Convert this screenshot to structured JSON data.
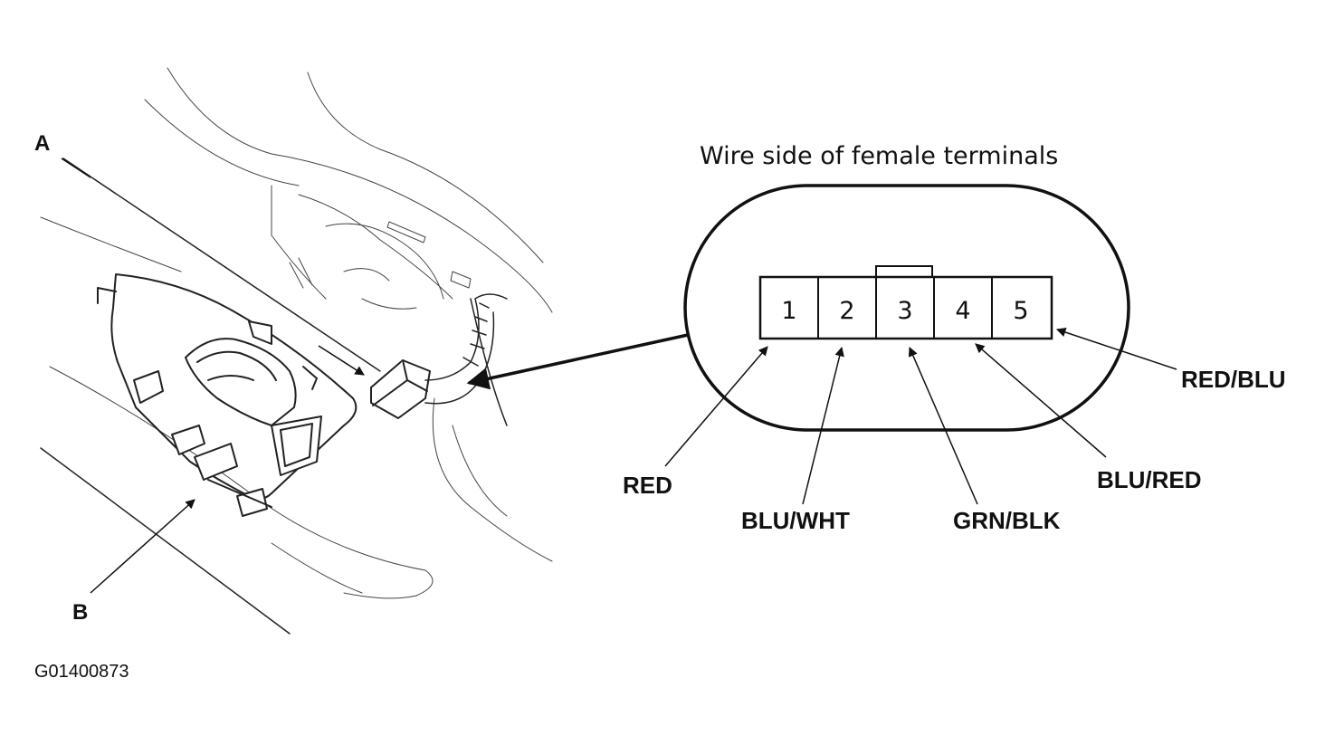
{
  "callouts": {
    "a": "A",
    "b": "B"
  },
  "figure_code": "G01400873",
  "connector": {
    "heading": "Wire side of female terminals",
    "pins": [
      "1",
      "2",
      "3",
      "4",
      "5"
    ],
    "wires": [
      {
        "pin": "1",
        "color": "RED"
      },
      {
        "pin": "2",
        "color": "BLU/WHT"
      },
      {
        "pin": "3",
        "color": "GRN/BLK"
      },
      {
        "pin": "4",
        "color": "BLU/RED"
      },
      {
        "pin": "5",
        "color": "RED/BLU"
      }
    ]
  }
}
